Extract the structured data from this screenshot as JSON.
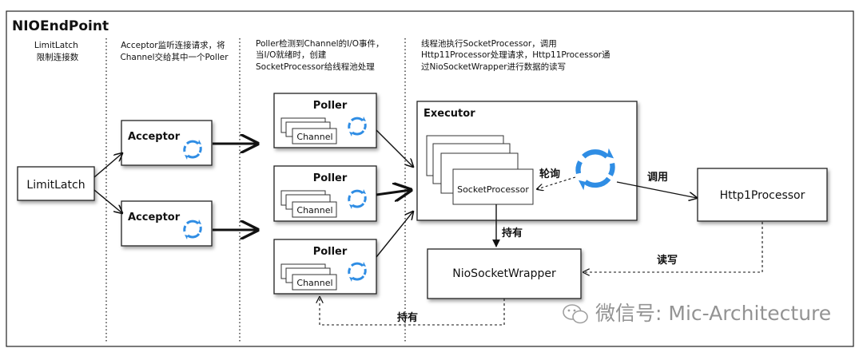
{
  "diagram": {
    "title": "NIOEndPoint",
    "columns": [
      {
        "lines": [
          "LimitLatch",
          "限制连接数"
        ]
      },
      {
        "lines": [
          "Acceptor监听连接请求，将",
          "Channel交给其中一个Poller"
        ]
      },
      {
        "lines": [
          "Poller检测到Channel的I/O事件，",
          "当I/O就绪时，创建",
          "SocketProcessor给线程池处理"
        ]
      },
      {
        "lines": [
          "线程池执行SocketProcessor，调用",
          "Http11Processor处理请求，Http11Processor通",
          "过NioSocketWrapper进行数据的读写"
        ]
      }
    ],
    "limit_latch": "LimitLatch",
    "acceptors": [
      {
        "label": "Acceptor"
      },
      {
        "label": "Acceptor"
      }
    ],
    "pollers": [
      {
        "label": "Poller",
        "channel_label": "Channel"
      },
      {
        "label": "Poller",
        "channel_label": "Channel"
      },
      {
        "label": "Poller",
        "channel_label": "Channel"
      }
    ],
    "executor": {
      "label": "Executor",
      "socket_processor": "SocketProcessor",
      "poll_label": "轮询"
    },
    "http_processor": "Http1Processor",
    "call_label": "调用",
    "nio_wrapper": "NioSocketWrapper",
    "hold_label_executor": "持有",
    "hold_label_poller": "持有",
    "read_write_label": "读写",
    "watermark": "微信号: Mic-Architecture"
  }
}
